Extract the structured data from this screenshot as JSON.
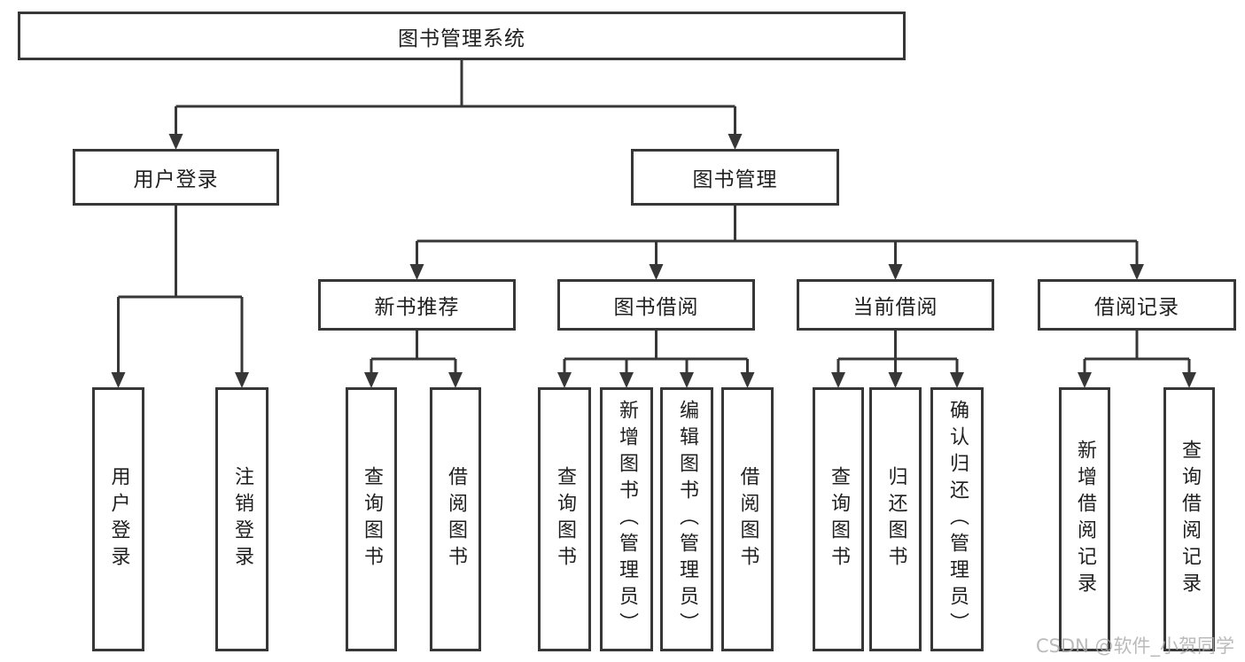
{
  "tree": {
    "label": "图书管理系统",
    "children": [
      {
        "label": "用户登录",
        "children": [
          {
            "label": "用户登录"
          },
          {
            "label": "注销登录"
          }
        ]
      },
      {
        "label": "图书管理",
        "children": [
          {
            "label": "新书推荐",
            "children": [
              {
                "label": "查询图书"
              },
              {
                "label": "借阅图书"
              }
            ]
          },
          {
            "label": "图书借阅",
            "children": [
              {
                "label": "查询图书"
              },
              {
                "label": "新增图书（管理员）"
              },
              {
                "label": "编辑图书（管理员）"
              },
              {
                "label": "借阅图书"
              }
            ]
          },
          {
            "label": "当前借阅",
            "children": [
              {
                "label": "查询图书"
              },
              {
                "label": "归还图书"
              },
              {
                "label": "确认归还（管理员）"
              }
            ]
          },
          {
            "label": "借阅记录",
            "children": [
              {
                "label": "新增借阅记录"
              },
              {
                "label": "查询借阅记录"
              }
            ]
          }
        ]
      }
    ]
  },
  "watermark": {
    "text": "CSDN @软件_小贺同学"
  },
  "colors": {
    "line": "#373737",
    "text": "#1f1f1f",
    "watermark": "#a9a9a9"
  }
}
